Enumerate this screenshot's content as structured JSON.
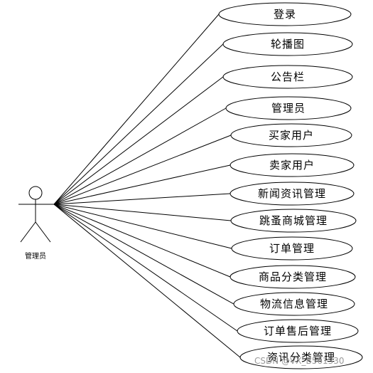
{
  "actor": {
    "label": "管理员"
  },
  "use_cases": [
    {
      "label": "登录"
    },
    {
      "label": "轮播图"
    },
    {
      "label": "公告栏"
    },
    {
      "label": "管理员"
    },
    {
      "label": "买家用户"
    },
    {
      "label": "卖家用户"
    },
    {
      "label": "新闻资讯管理"
    },
    {
      "label": "跳蚤商城管理"
    },
    {
      "label": "订单管理"
    },
    {
      "label": "商品分类管理"
    },
    {
      "label": "物流信息管理"
    },
    {
      "label": "订单售后管理"
    },
    {
      "label": "资讯分类管理"
    }
  ],
  "watermark": {
    "text": "CSDN @VX_B561330"
  },
  "colors": {
    "stroke": "#000000",
    "background": "#ffffff",
    "watermark": "#9a9a9a"
  }
}
